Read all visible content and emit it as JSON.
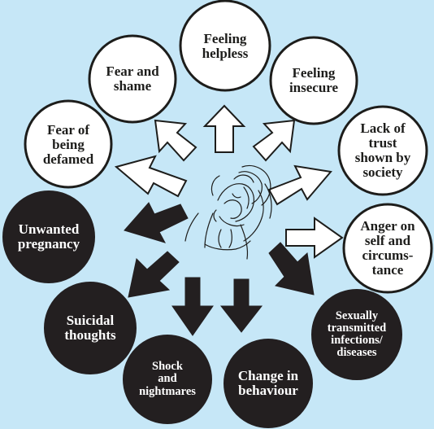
{
  "colors": {
    "background": "#c6e7f7",
    "light_circle_fill": "#ffffff",
    "dark_circle_fill": "#231f20",
    "outline": "#1d1d1b",
    "dark_text": "#ffffff",
    "light_text": "#1d1d1b"
  },
  "center_figure": {
    "icon": "distressed-woman-sketch-icon"
  },
  "consequences": {
    "emotional": [
      {
        "id": "fear-of-being-defamed",
        "label": "Fear of\nbeing\ndefamed"
      },
      {
        "id": "fear-and-shame",
        "label": "Fear and\nshame"
      },
      {
        "id": "feeling-helpless",
        "label": "Feeling\nhelpless"
      },
      {
        "id": "feeling-insecure",
        "label": "Feeling\ninsecure"
      },
      {
        "id": "lack-of-trust",
        "label": "Lack of\ntrust\nshown by\nsociety"
      },
      {
        "id": "anger-on-self",
        "label": "Anger on\nself and\ncircums-\ntance"
      }
    ],
    "physical_social": [
      {
        "id": "unwanted-pregnancy",
        "label": "Unwanted\npregnancy"
      },
      {
        "id": "suicidal-thoughts",
        "label": "Suicidal\nthoughts"
      },
      {
        "id": "shock-and-nightmares",
        "label": "Shock\nand\nnightmares"
      },
      {
        "id": "change-in-behaviour",
        "label": "Change in\nbehaviour"
      },
      {
        "id": "sexually-transmitted",
        "label": "Sexually\ntransmitted\ninfections/\ndiseases"
      }
    ]
  }
}
